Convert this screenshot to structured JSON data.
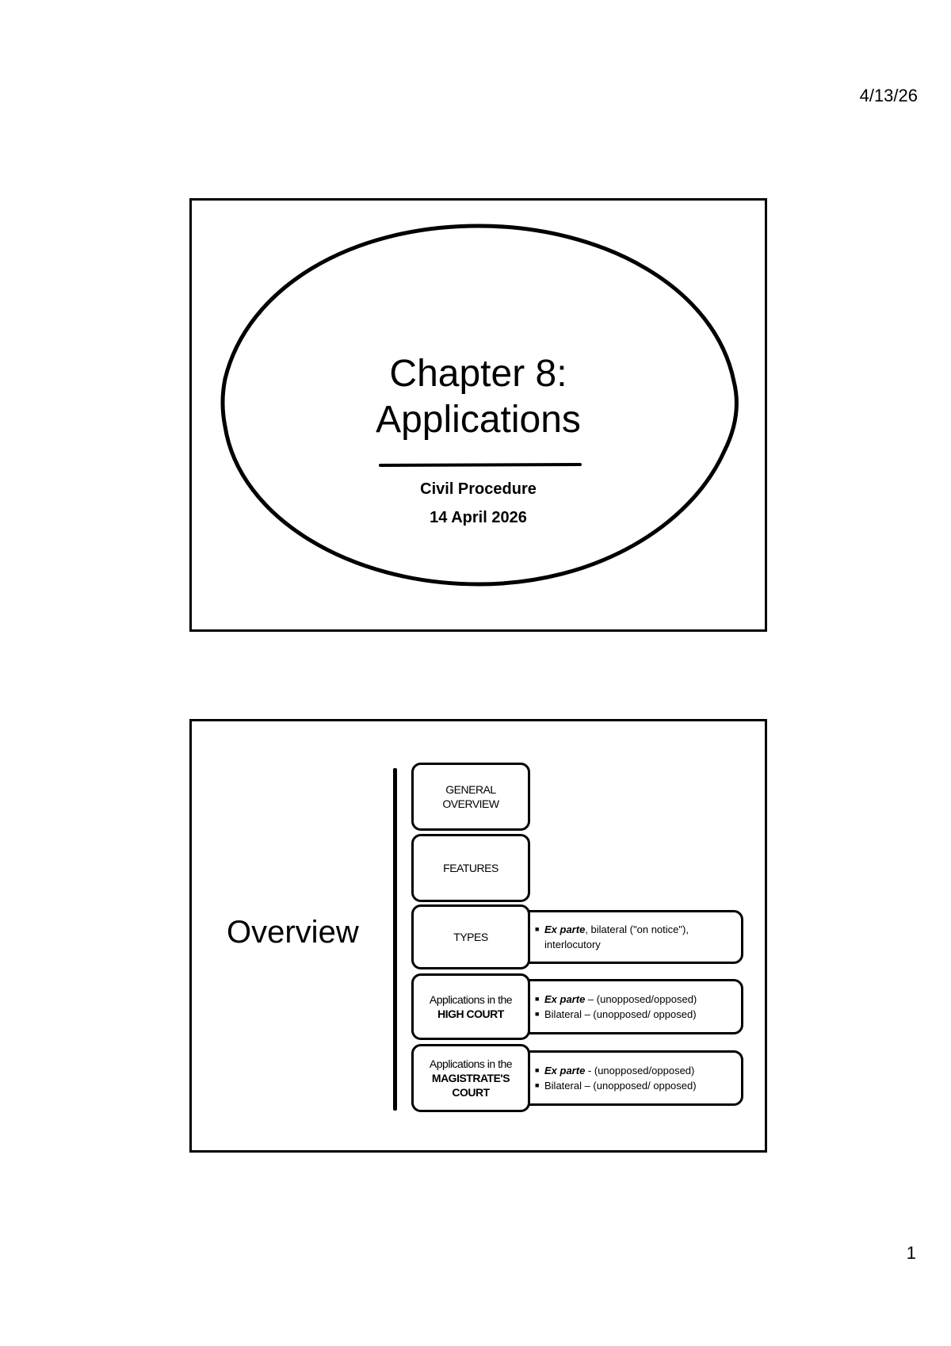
{
  "page": {
    "date": "4/13/26",
    "number": "1"
  },
  "slide1": {
    "title_line1": "Chapter 8:",
    "title_line2": "Applications",
    "subtitle_line1": "Civil Procedure",
    "subtitle_line2": "14 April 2026"
  },
  "slide2": {
    "title": "Overview",
    "boxes": [
      {
        "line1": "GENERAL",
        "line2": "OVERVIEW"
      },
      {
        "line1": "FEATURES"
      },
      {
        "line1": "TYPES"
      },
      {
        "line1": "Applications in the",
        "line2": "HIGH COURT"
      },
      {
        "line1": "Applications in the",
        "line2": "MAGISTRATE'S",
        "line3": "COURT"
      }
    ],
    "details": {
      "types": {
        "em": "Ex parte",
        "rest": ", bilateral (\"on notice\"), interlocutory"
      },
      "high_court": [
        {
          "em": "Ex parte",
          "rest": " – (unopposed/opposed)"
        },
        {
          "em": "",
          "rest": "Bilateral – (unopposed/ opposed)"
        }
      ],
      "magistrates": [
        {
          "em": "Ex parte",
          "rest": " -  (unopposed/opposed)"
        },
        {
          "em": "",
          "rest": "Bilateral – (unopposed/ opposed)"
        }
      ]
    }
  }
}
